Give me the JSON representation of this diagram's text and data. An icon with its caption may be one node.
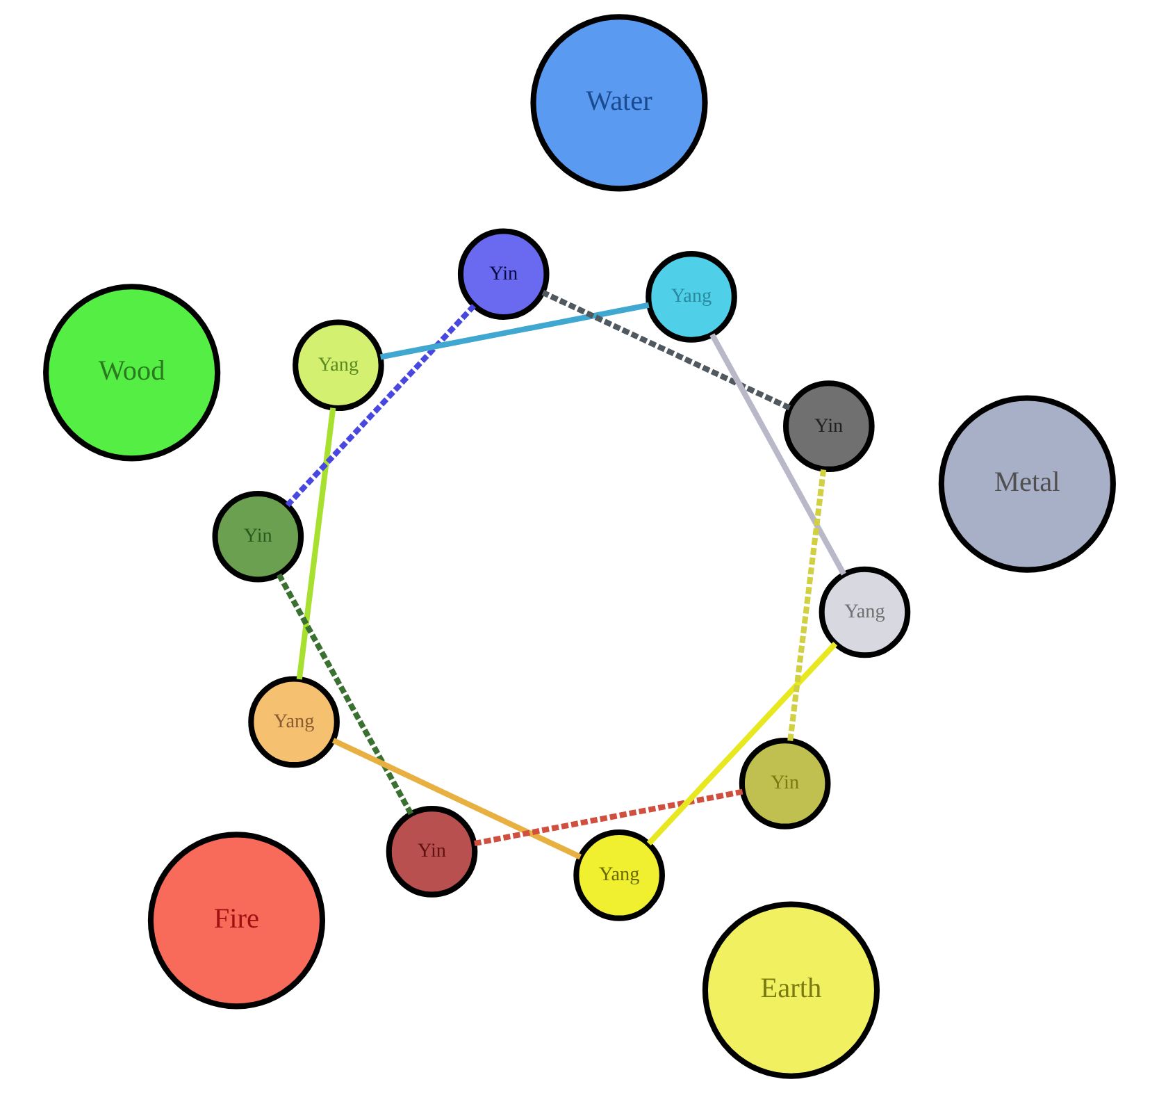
{
  "diagram": {
    "nodes": [
      {
        "text": [
          "Wood"
        ]
      },
      {
        "text": [
          "Yang"
        ]
      },
      {
        "text": [
          "Yin"
        ]
      },
      {
        "text": [
          "Yin"
        ]
      },
      {
        "text": [
          "Yang"
        ]
      },
      {
        "text": [
          "Water"
        ]
      },
      {
        "text": [
          "Fire"
        ]
      },
      {
        "text": [
          "Yang"
        ]
      },
      {
        "text": [
          "Yin"
        ]
      },
      {
        "text": [
          "Yin"
        ]
      },
      {
        "text": [
          "Yang"
        ]
      },
      {
        "text": [
          "Yang"
        ]
      },
      {
        "text": [
          "Yin"
        ]
      },
      {
        "text": [
          "Metal"
        ]
      },
      {
        "text": [
          "Earth"
        ]
      }
    ],
    "edges": [
      {
        "from": 1,
        "to": 4,
        "arrow": "none",
        "color": "#a8e030"
      },
      {
        "from": 2,
        "to": 8,
        "arrow": "none",
        "style": "dashed",
        "color": "#3a7030"
      },
      {
        "from": 4,
        "to": 10,
        "arrow": "none",
        "color": "#e8b040"
      },
      {
        "from": 8,
        "to": 12,
        "arrow": "none",
        "style": "dashed",
        "color": "#d05040"
      },
      {
        "from": 10,
        "to": 11,
        "arrow": "none",
        "color": "#e8e820"
      },
      {
        "from": 12,
        "to": 9,
        "arrow": "none",
        "style": "dashed",
        "color": "#d0d040"
      },
      {
        "from": 11,
        "to": 7,
        "arrow": "none",
        "color": "#b8b8c8"
      },
      {
        "from": 9,
        "to": 3,
        "arrow": "none",
        "style": "dashed",
        "color": "#505860"
      },
      {
        "from": 7,
        "to": 1,
        "arrow": "none",
        "color": "#40a8d0"
      },
      {
        "from": 3,
        "to": 2,
        "arrow": "none",
        "style": "dashed",
        "color": "#4848e0"
      }
    ]
  }
}
